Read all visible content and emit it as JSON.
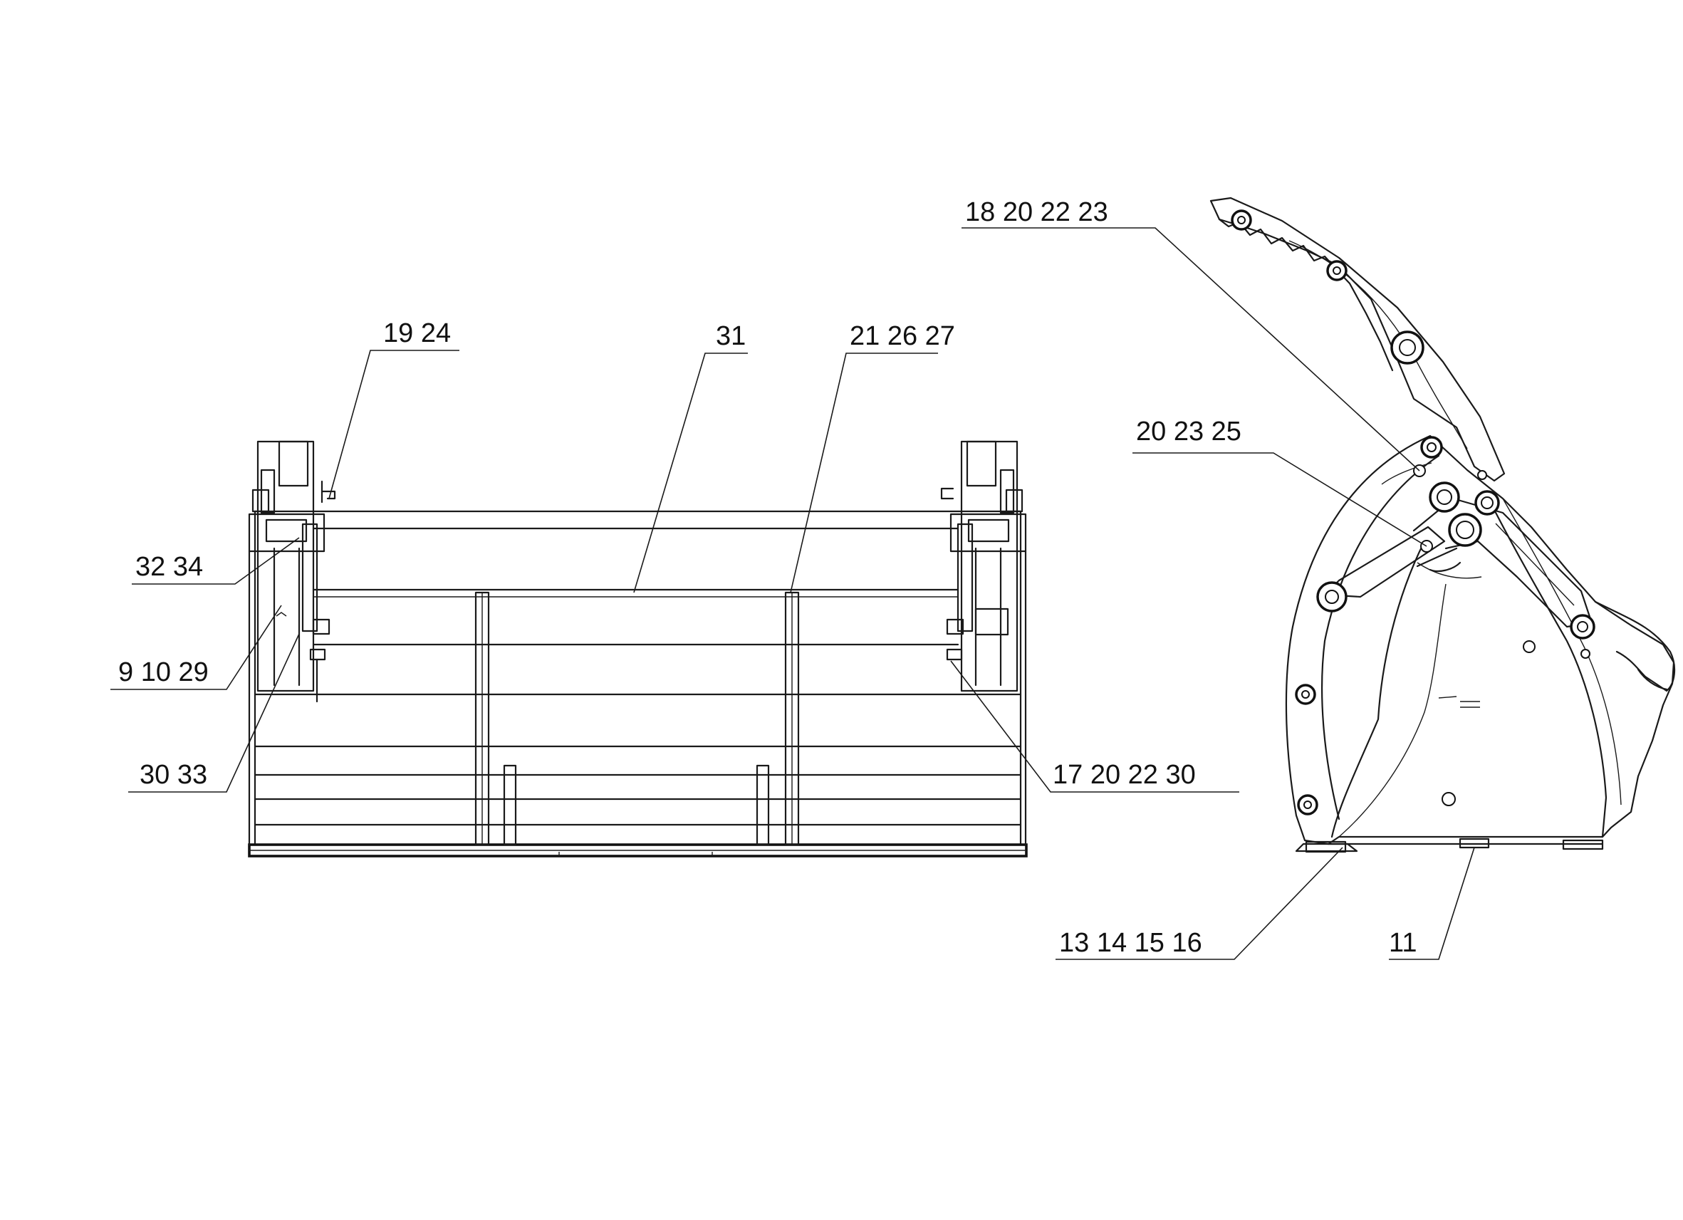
{
  "callouts": {
    "c19_24": "19 24",
    "c31": "31",
    "c21_26_27": "21 26 27",
    "c32_34": "32  34",
    "c9_10_29": "9 10 29",
    "c30_33": "30  33",
    "c17_20_22_30": "17 20 22 30",
    "c18_20_22_23": "18  20  22  23",
    "c20_23_25": "20  23   25",
    "c13_14_15_16": "13 14 15 16",
    "c11": "11"
  }
}
